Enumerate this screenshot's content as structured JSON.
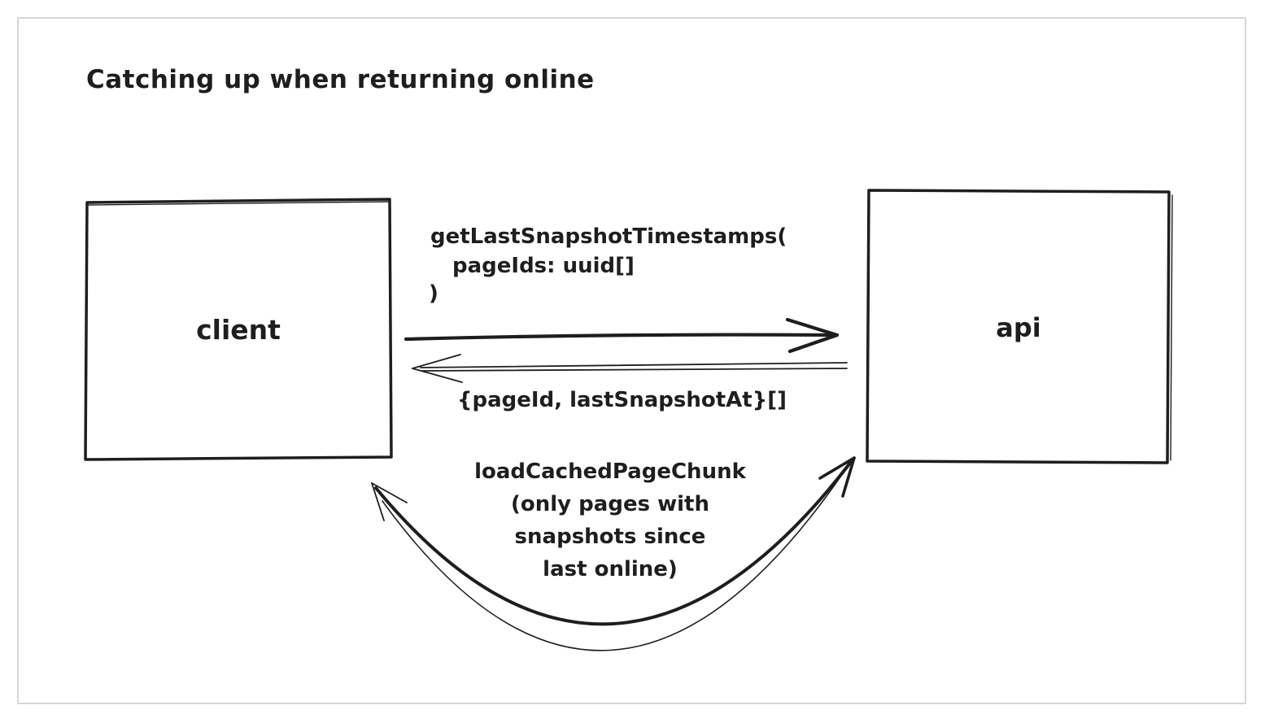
{
  "title": "Catching up when returning online",
  "nodes": {
    "client": {
      "label": "client"
    },
    "api": {
      "label": "api"
    }
  },
  "messages": {
    "get_timestamps": {
      "line1": "getLastSnapshotTimestamps(",
      "line2": "pageIds: uuid[]",
      "line3": ")"
    },
    "timestamps_response": "{pageId, lastSnapshotAt}[]",
    "load_chunk": {
      "line1": "loadCachedPageChunk",
      "line2": "(only pages with",
      "line3": "snapshots since",
      "line4": "last online)"
    }
  },
  "colors": {
    "stroke": "#1e1e1e",
    "frame": "#d6d6d6",
    "background": "#ffffff"
  }
}
